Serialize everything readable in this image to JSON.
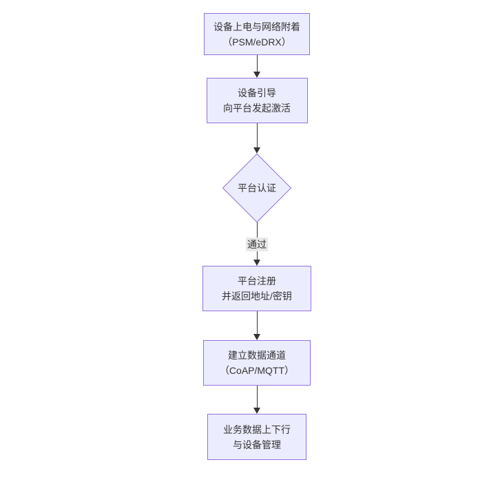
{
  "colors": {
    "node_fill": "#ECECFF",
    "node_border": "#9370DB",
    "arrow": "#333333",
    "edge_label_bg": "#e8e8e8",
    "text": "#333333",
    "background": "#ffffff"
  },
  "flowchart": {
    "nodes": [
      {
        "id": "power-attach",
        "shape": "rect",
        "lines": [
          "设备上电与网络附着",
          "（PSM/eDRX）"
        ]
      },
      {
        "id": "bootstrap",
        "shape": "rect",
        "lines": [
          "设备引导",
          "向平台发起激活"
        ]
      },
      {
        "id": "platform-auth",
        "shape": "diamond",
        "lines": [
          "平台认证"
        ]
      },
      {
        "id": "platform-register",
        "shape": "rect",
        "lines": [
          "平台注册",
          "并返回地址/密钥"
        ]
      },
      {
        "id": "data-channel",
        "shape": "rect",
        "lines": [
          "建立数据通道",
          "（CoAP/MQTT）"
        ]
      },
      {
        "id": "business-data",
        "shape": "rect",
        "lines": [
          "业务数据上下行",
          "与设备管理"
        ]
      }
    ],
    "edges": [
      {
        "from": "power-attach",
        "to": "bootstrap",
        "label": ""
      },
      {
        "from": "bootstrap",
        "to": "platform-auth",
        "label": ""
      },
      {
        "from": "platform-auth",
        "to": "platform-register",
        "label": "通过"
      },
      {
        "from": "platform-register",
        "to": "data-channel",
        "label": ""
      },
      {
        "from": "data-channel",
        "to": "business-data",
        "label": ""
      }
    ]
  }
}
